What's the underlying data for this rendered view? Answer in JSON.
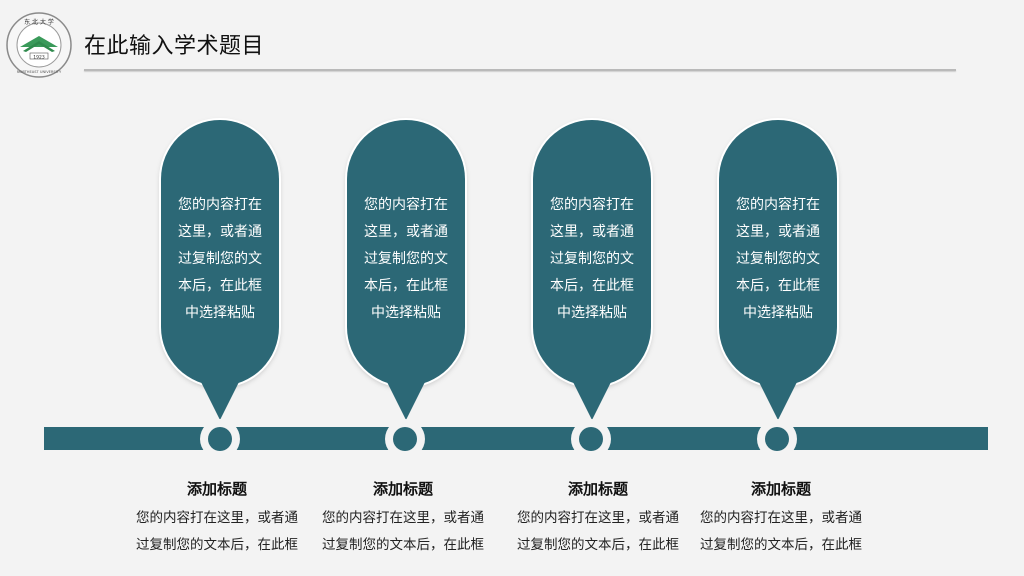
{
  "header": {
    "title": "在此输入学术题目"
  },
  "colors": {
    "accent": "#2c6876",
    "background": "#f3f3f3",
    "rule": "#b9b9b9"
  },
  "logo": {
    "icon": "university-seal-icon",
    "top_text": "东 北 大 学",
    "ring_text": "NORTHEAST UNIVERSITY",
    "year": "1923"
  },
  "bubbles": [
    {
      "text": "您的内容打在\n这里，或者通\n过复制您的文\n本后，在此框\n中选择粘贴"
    },
    {
      "text": "您的内容打在\n这里，或者通\n过复制您的文\n本后，在此框\n中选择粘贴"
    },
    {
      "text": "您的内容打在\n这里，或者通\n过复制您的文\n本后，在此框\n中选择粘贴"
    },
    {
      "text": "您的内容打在\n这里，或者通\n过复制您的文\n本后，在此框\n中选择粘贴"
    }
  ],
  "cards": [
    {
      "title": "添加标题",
      "text": "您的内容打在这里，或者通\n过复制您的文本后，在此框"
    },
    {
      "title": "添加标题",
      "text": "您的内容打在这里，或者通\n过复制您的文本后，在此框"
    },
    {
      "title": "添加标题",
      "text": "您的内容打在这里，或者通\n过复制您的文本后，在此框"
    },
    {
      "title": "添加标题",
      "text": "您的内容打在这里，或者通\n过复制您的文本后，在此框"
    }
  ]
}
